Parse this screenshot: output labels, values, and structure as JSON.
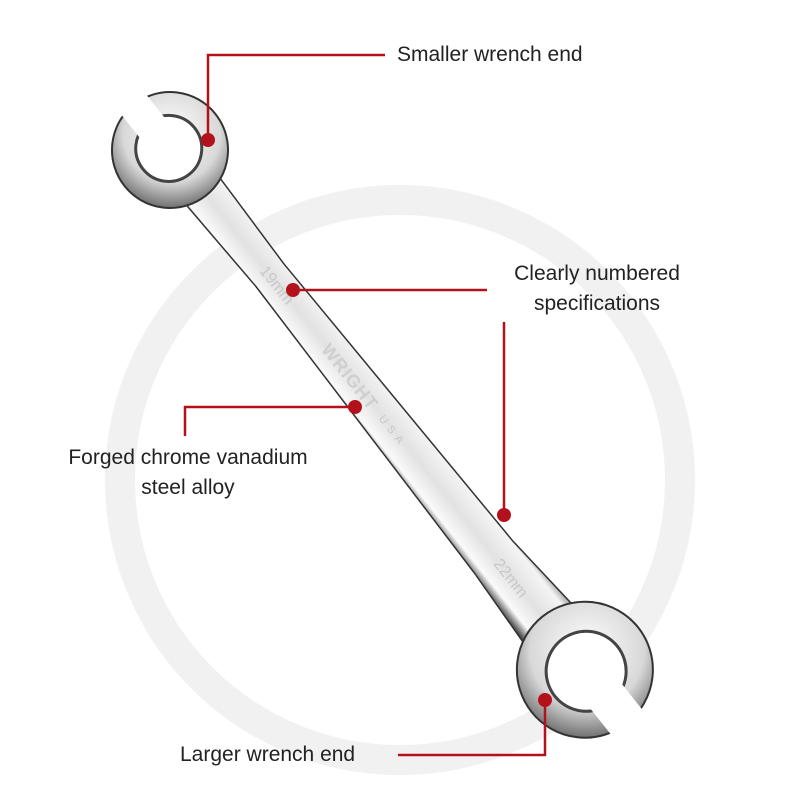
{
  "callouts": {
    "smaller_end": "Smaller wrench end",
    "specs_line1": "Clearly numbered",
    "specs_line2": "specifications",
    "forged_line1": "Forged chrome vanadium",
    "forged_line2": "steel alloy",
    "larger_end": "Larger wrench end"
  },
  "engravings": {
    "small_size": "19mm",
    "brand": "WRIGHT",
    "origin": "USA",
    "large_size": "22mm"
  },
  "colors": {
    "accent": "#b3121c",
    "text": "#222222"
  }
}
